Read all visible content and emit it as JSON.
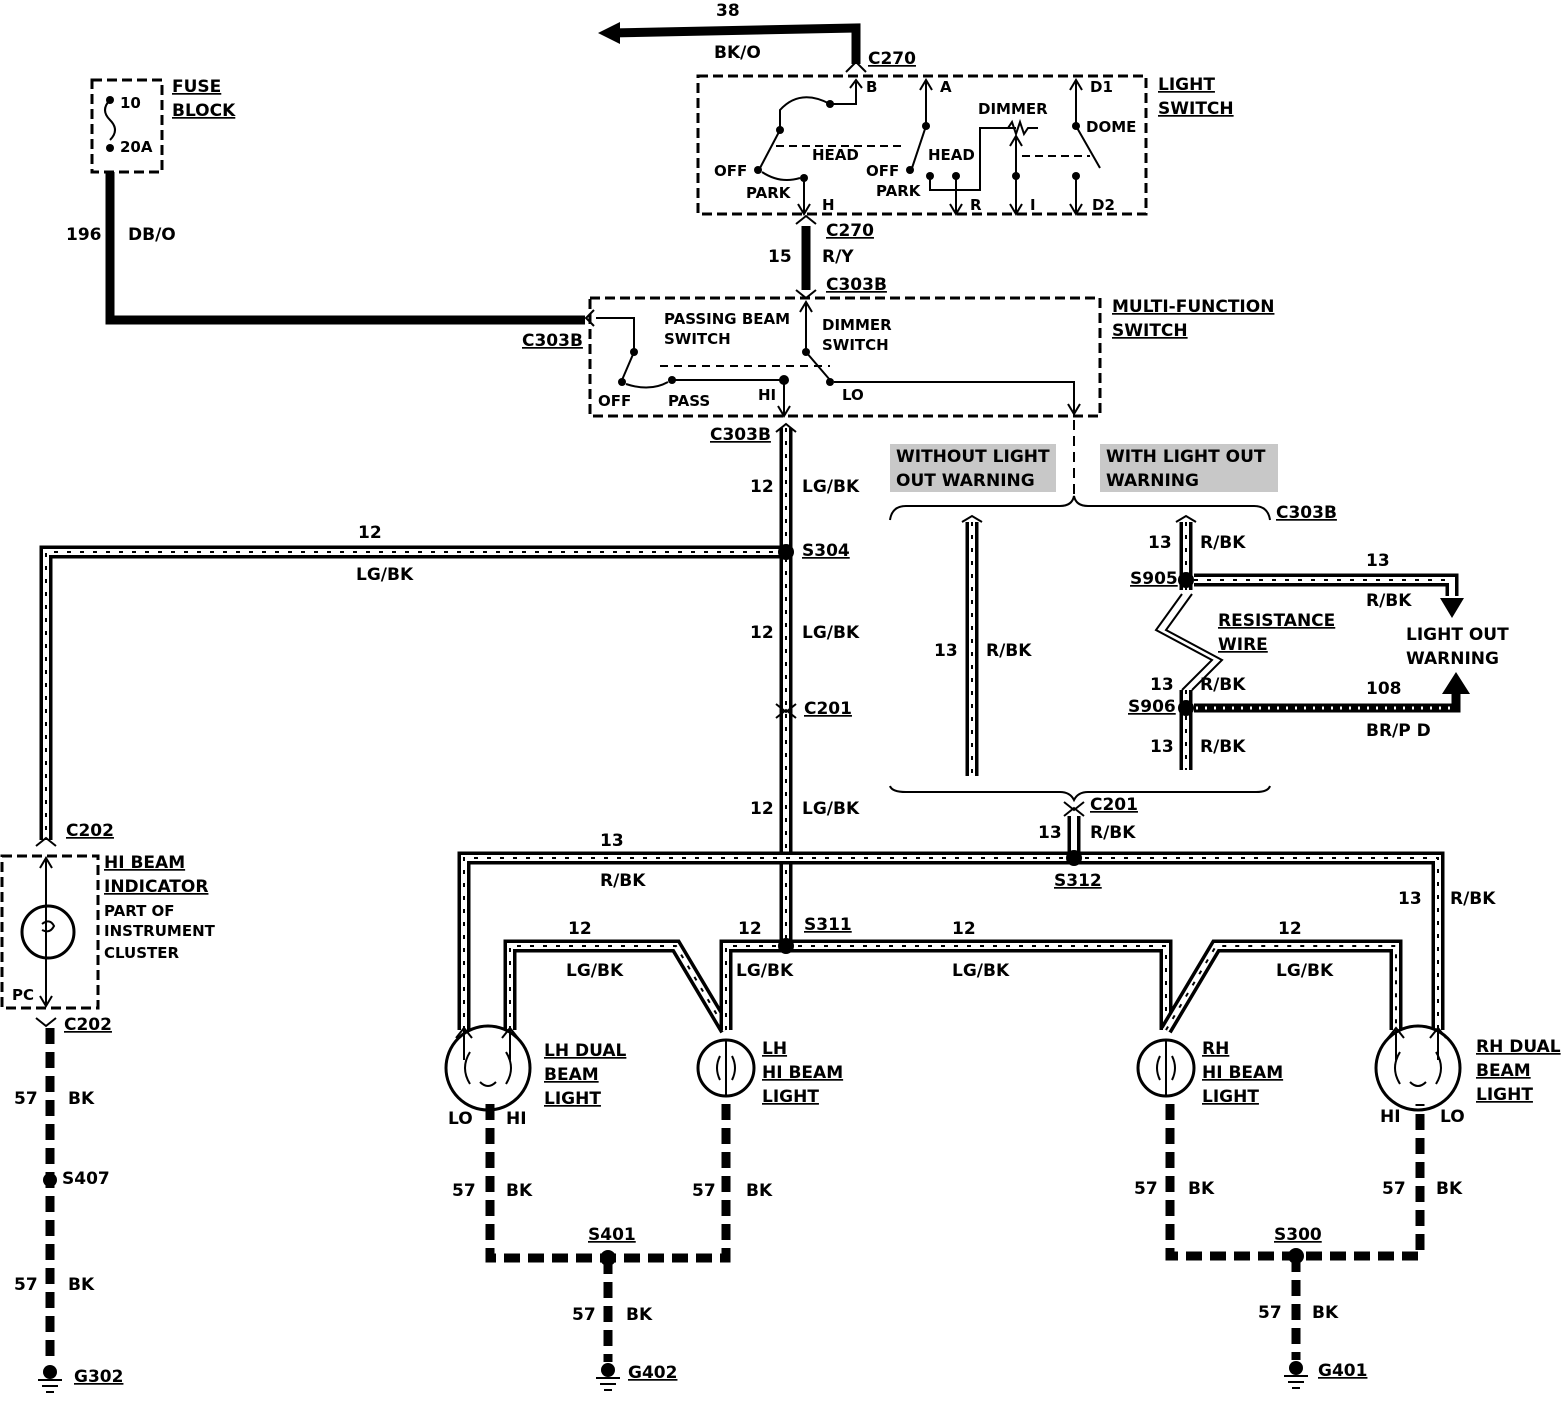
{
  "fuse_block": {
    "title_line1": "FUSE",
    "title_line2": "BLOCK",
    "fuse_number": "10",
    "fuse_rating": "20A"
  },
  "feed_wire": {
    "circuit": "196",
    "color": "DB/O"
  },
  "top_feed": {
    "circuit": "38",
    "color": "BK/O",
    "connector": "C270"
  },
  "light_switch": {
    "title_line1": "LIGHT",
    "title_line2": "SWITCH",
    "terminals": {
      "b": "B",
      "a": "A",
      "d1": "D1",
      "h": "H",
      "r": "R",
      "i": "I",
      "d2": "D2"
    },
    "labels": {
      "off1": "OFF",
      "park1": "PARK",
      "head1": "HEAD",
      "off2": "OFF",
      "park2": "PARK",
      "head2": "HEAD",
      "dimmer": "DIMMER",
      "dome": "DOME"
    },
    "bottom_connector": "C270"
  },
  "switch_link": {
    "circuit": "15",
    "color": "R/Y",
    "connector": "C303B"
  },
  "multi_function_switch": {
    "title_line1": "MULTI-FUNCTION",
    "title_line2": "SWITCH",
    "left_connector": "C303B",
    "passing_line1": "PASSING BEAM",
    "passing_line2": "SWITCH",
    "dimmer_line1": "DIMMER",
    "dimmer_line2": "SWITCH",
    "pos_off": "OFF",
    "pos_pass": "PASS",
    "pos_hi": "HI",
    "pos_lo": "LO",
    "bottom_connector": "C303B"
  },
  "option_without": {
    "line1": "WITHOUT LIGHT",
    "line2": "OUT WARNING"
  },
  "option_with": {
    "line1": "WITH LIGHT OUT",
    "line2": "WARNING",
    "connector": "C303B"
  },
  "hi_wires": {
    "main_circuit": "12",
    "main_color": "LG/BK",
    "splice_s304": "S304",
    "connector_c201": "C201",
    "splice_s311": "S311"
  },
  "lo_wires": {
    "without_circuit": "13",
    "without_color": "R/BK",
    "with_circuit": "13",
    "with_color": "R/BK",
    "splice_s905": "S905",
    "warn_feed_circuit": "13",
    "warn_feed_color": "R/BK",
    "resistance_line1": "RESISTANCE",
    "resistance_line2": "WIRE",
    "after_res_circuit": "13",
    "after_res_color": "R/BK",
    "splice_s906": "S906",
    "warn_circuit": "108",
    "warn_color": "BR/P D",
    "below_s906_circuit": "13",
    "below_s906_color": "R/BK",
    "light_out_line1": "LIGHT OUT",
    "light_out_line2": "WARNING",
    "connector_c201": "C201",
    "c201_circuit": "13",
    "c201_color": "R/BK",
    "splice_s312": "S312"
  },
  "indicator": {
    "title_line1": "HI BEAM",
    "title_line2": "INDICATOR",
    "sub_line1": "PART OF",
    "sub_line2": "INSTRUMENT",
    "sub_line3": "CLUSTER",
    "top_connector": "C202",
    "bottom_connector": "C202",
    "pc_label": "PC",
    "feed_circuit": "12",
    "feed_color": "LG/BK"
  },
  "lamps": {
    "lh_dual": {
      "line1": "LH DUAL",
      "line2": "BEAM",
      "line3": "LIGHT",
      "lo": "LO",
      "hi": "HI"
    },
    "lh_hi": {
      "line1": "LH",
      "line2": "HI BEAM",
      "line3": "LIGHT"
    },
    "rh_hi": {
      "line1": "RH",
      "line2": "HI BEAM",
      "line3": "LIGHT"
    },
    "rh_dual": {
      "line1": "RH DUAL",
      "line2": "BEAM",
      "line3": "LIGHT",
      "lo": "LO",
      "hi": "HI"
    }
  },
  "lamp_wires": {
    "lo_feed_circuit": "13",
    "lo_feed_color": "R/BK",
    "rh_lo_circuit": "13",
    "rh_lo_color": "R/BK",
    "lh_pair_circuit": "12",
    "lh_pair_color": "LG/BK",
    "s311_left_circuit": "12",
    "s311_left_color": "LG/BK",
    "s311_right_circuit": "12",
    "s311_right_color": "LG/BK",
    "rh_pair_circuit": "12",
    "rh_pair_color": "LG/BK"
  },
  "grounds": {
    "wire_circuit": "57",
    "wire_color": "BK",
    "s407": "S407",
    "s401": "S401",
    "s300": "S300",
    "g302": "G302",
    "g402": "G402",
    "g401": "G401"
  }
}
